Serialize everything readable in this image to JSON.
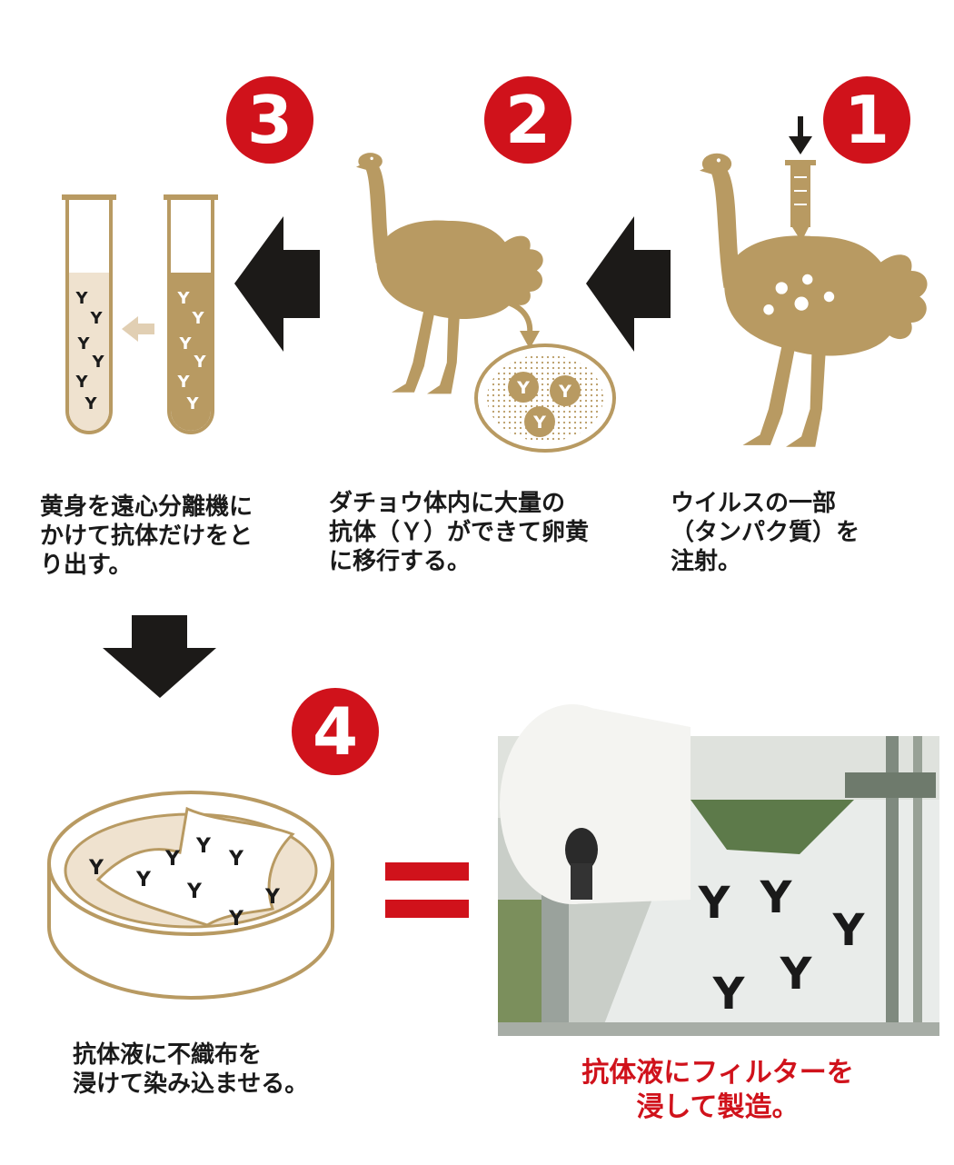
{
  "steps": [
    {
      "number": "1",
      "caption": [
        "ウイルスの一部",
        "（タンパク質）を",
        "注射。"
      ]
    },
    {
      "number": "2",
      "caption": [
        "ダチョウ体内に大量の",
        "抗体（Ｙ）ができて卵黄",
        "に移行する。"
      ]
    },
    {
      "number": "3",
      "caption": [
        "黄身を遠心分離機に",
        "かけて抗体だけをと",
        "り出す。"
      ]
    },
    {
      "number": "4",
      "caption": [
        "抗体液に不織布を",
        "浸けて染み込ませる。"
      ]
    }
  ],
  "result_caption": [
    "抗体液にフィルターを",
    "浸して製造。"
  ],
  "antibody_symbol": "Y",
  "colors": {
    "accent_red": "#d0121b",
    "gold": "#b89a62",
    "arrow": "#1c1a18",
    "tube_light": "#efe2cf"
  }
}
